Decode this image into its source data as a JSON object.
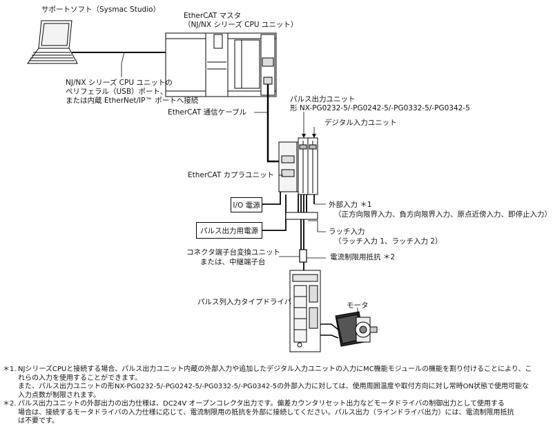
{
  "labels": {
    "support_software": "サポートソフト（Sysmac Studio）",
    "ethercat_master_1": "EtherCAT マスタ",
    "ethercat_master_2": "（NJ/NX シリーズ CPU ユニット）",
    "usb_port_1": "NJ/NX シリーズ CPU ユニットの",
    "usb_port_2": "ペリフェラル（USB）ポート、",
    "usb_port_3": "または内蔵 EtherNet/IP™ ポートへ接続",
    "ethercat_cable": "EtherCAT 通信ケーブル",
    "pulse_unit_1": "パルス出力ユニット",
    "pulse_unit_2": "形 NX-PG0232-5/-PG0242-5/-PG0332-5/-PG0342-5",
    "digital_input_unit": "デジタル入力ユニット",
    "coupler_unit": "EtherCAT カプラユニット",
    "io_power": "I/O 電源",
    "pulse_power": "パルス出力用電源",
    "ext_input_1": "外部入力 ＊1",
    "ext_input_2": "（正方向限界入力、負方向限界入力、原点近傍入力、即停止入力）",
    "latch_1": "ラッチ入力",
    "latch_2": "（ラッチ入力 1、ラッチ入力 2）",
    "connector_1": "コネクタ端子台変換ユニット",
    "connector_2": "または、中継端子台",
    "resistor": "電流制限用抵抗 ＊2",
    "driver": "パルス列入力タイプドライバ",
    "motor": "モータ"
  },
  "notes": [
    {
      "mark": "＊1.",
      "lines": [
        "NJシリーズCPUと接続する場合、パルス出力ユニット内蔵の外部入力や追加したデジタル入力ユニットの入力にMC機能モジュールの機能を割り付けることにより、こ",
        "れらの入力を使用することができます。",
        "また、パルス出力ユニットの形NX-PG0232-5/-PG0242-5/-PG0332-5/-PG0342-5の外部入力に対しては、使用周囲温度や取付方向に対し常時ON状態で使用可能な",
        "入力点数が制限されます。"
      ]
    },
    {
      "mark": "＊2.",
      "lines": [
        "パルス出力ユニットの外部出力の出力仕様は、DC24V オープンコレクタ出力です。偏差カウンタリセット出力などモータドライバの制御出力として使用する",
        "場合は、接続するモータドライバの入力仕様に応じて、電流制限用の抵抗を外部に接続してください。パルス出力（ラインドライバ出力）には、電流制限用抵抗",
        "は不要です。"
      ]
    }
  ]
}
